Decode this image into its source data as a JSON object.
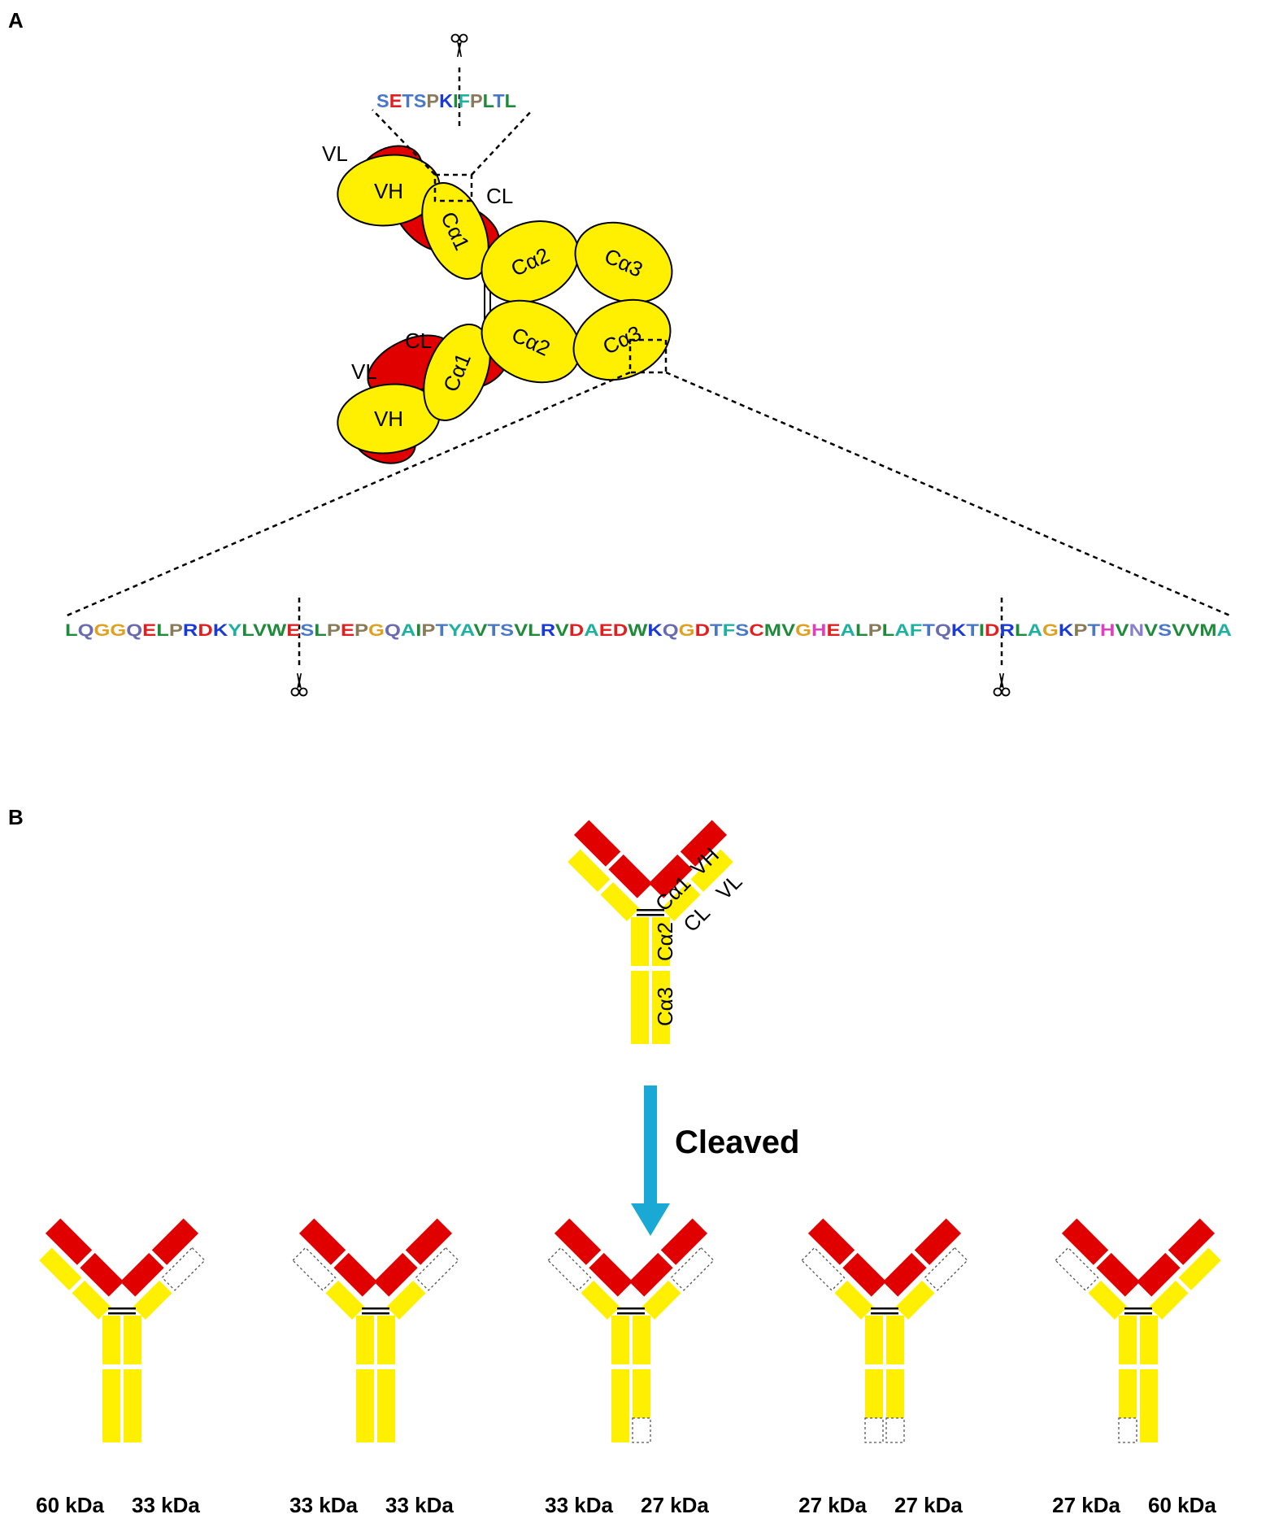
{
  "panels": {
    "a": "A",
    "b": "B"
  },
  "domains": {
    "vl": "VL",
    "vh": "VH",
    "cl": "CL",
    "ca1": "Cα1",
    "ca2": "Cα2",
    "ca3": "Cα3"
  },
  "sequences": {
    "hinge": "SETSPKIFPLTL",
    "ca3": "LQGGQELPRDKYLVWESLPEPGQAIPTYAVTSVLRVDAEDWKQGDTFSCMVGHEALPLAFTQKTIDRLAGKPTHVNVSVVMA"
  },
  "icons": {
    "scissors": "scissors-icon",
    "arrow": "arrow-down-icon"
  },
  "arrow_label": "Cleaved",
  "fragments": [
    {
      "left": "60 kDa",
      "right": "33 kDa"
    },
    {
      "left": "33 kDa",
      "right": "33 kDa"
    },
    {
      "left": "33 kDa",
      "right": "27 kDa"
    },
    {
      "left": "27 kDa",
      "right": "27 kDa"
    },
    {
      "left": "27 kDa",
      "right": "60 kDa"
    }
  ],
  "colors": {
    "heavy_chain": "#ffef00",
    "light_chain": "#e00000",
    "arrow": "#1aa9d4",
    "residue": {
      "L": "#1f8a3a",
      "Q": "#6a6ab0",
      "G": "#e0a020",
      "E": "#e02020",
      "P": "#8a7a5a",
      "R": "#1a3ad8",
      "D": "#e02020",
      "K": "#1a3ad8",
      "Y": "#20b0a0",
      "V": "#1f8a3a",
      "W": "#1f8a3a",
      "S": "#4a78c8",
      "A": "#20b0a0",
      "I": "#1f8a3a",
      "T": "#4a78c8",
      "F": "#20b0a0",
      "C": "#e02020",
      "M": "#1f8a3a",
      "H": "#e040c0",
      "N": "#8a80c8"
    }
  }
}
